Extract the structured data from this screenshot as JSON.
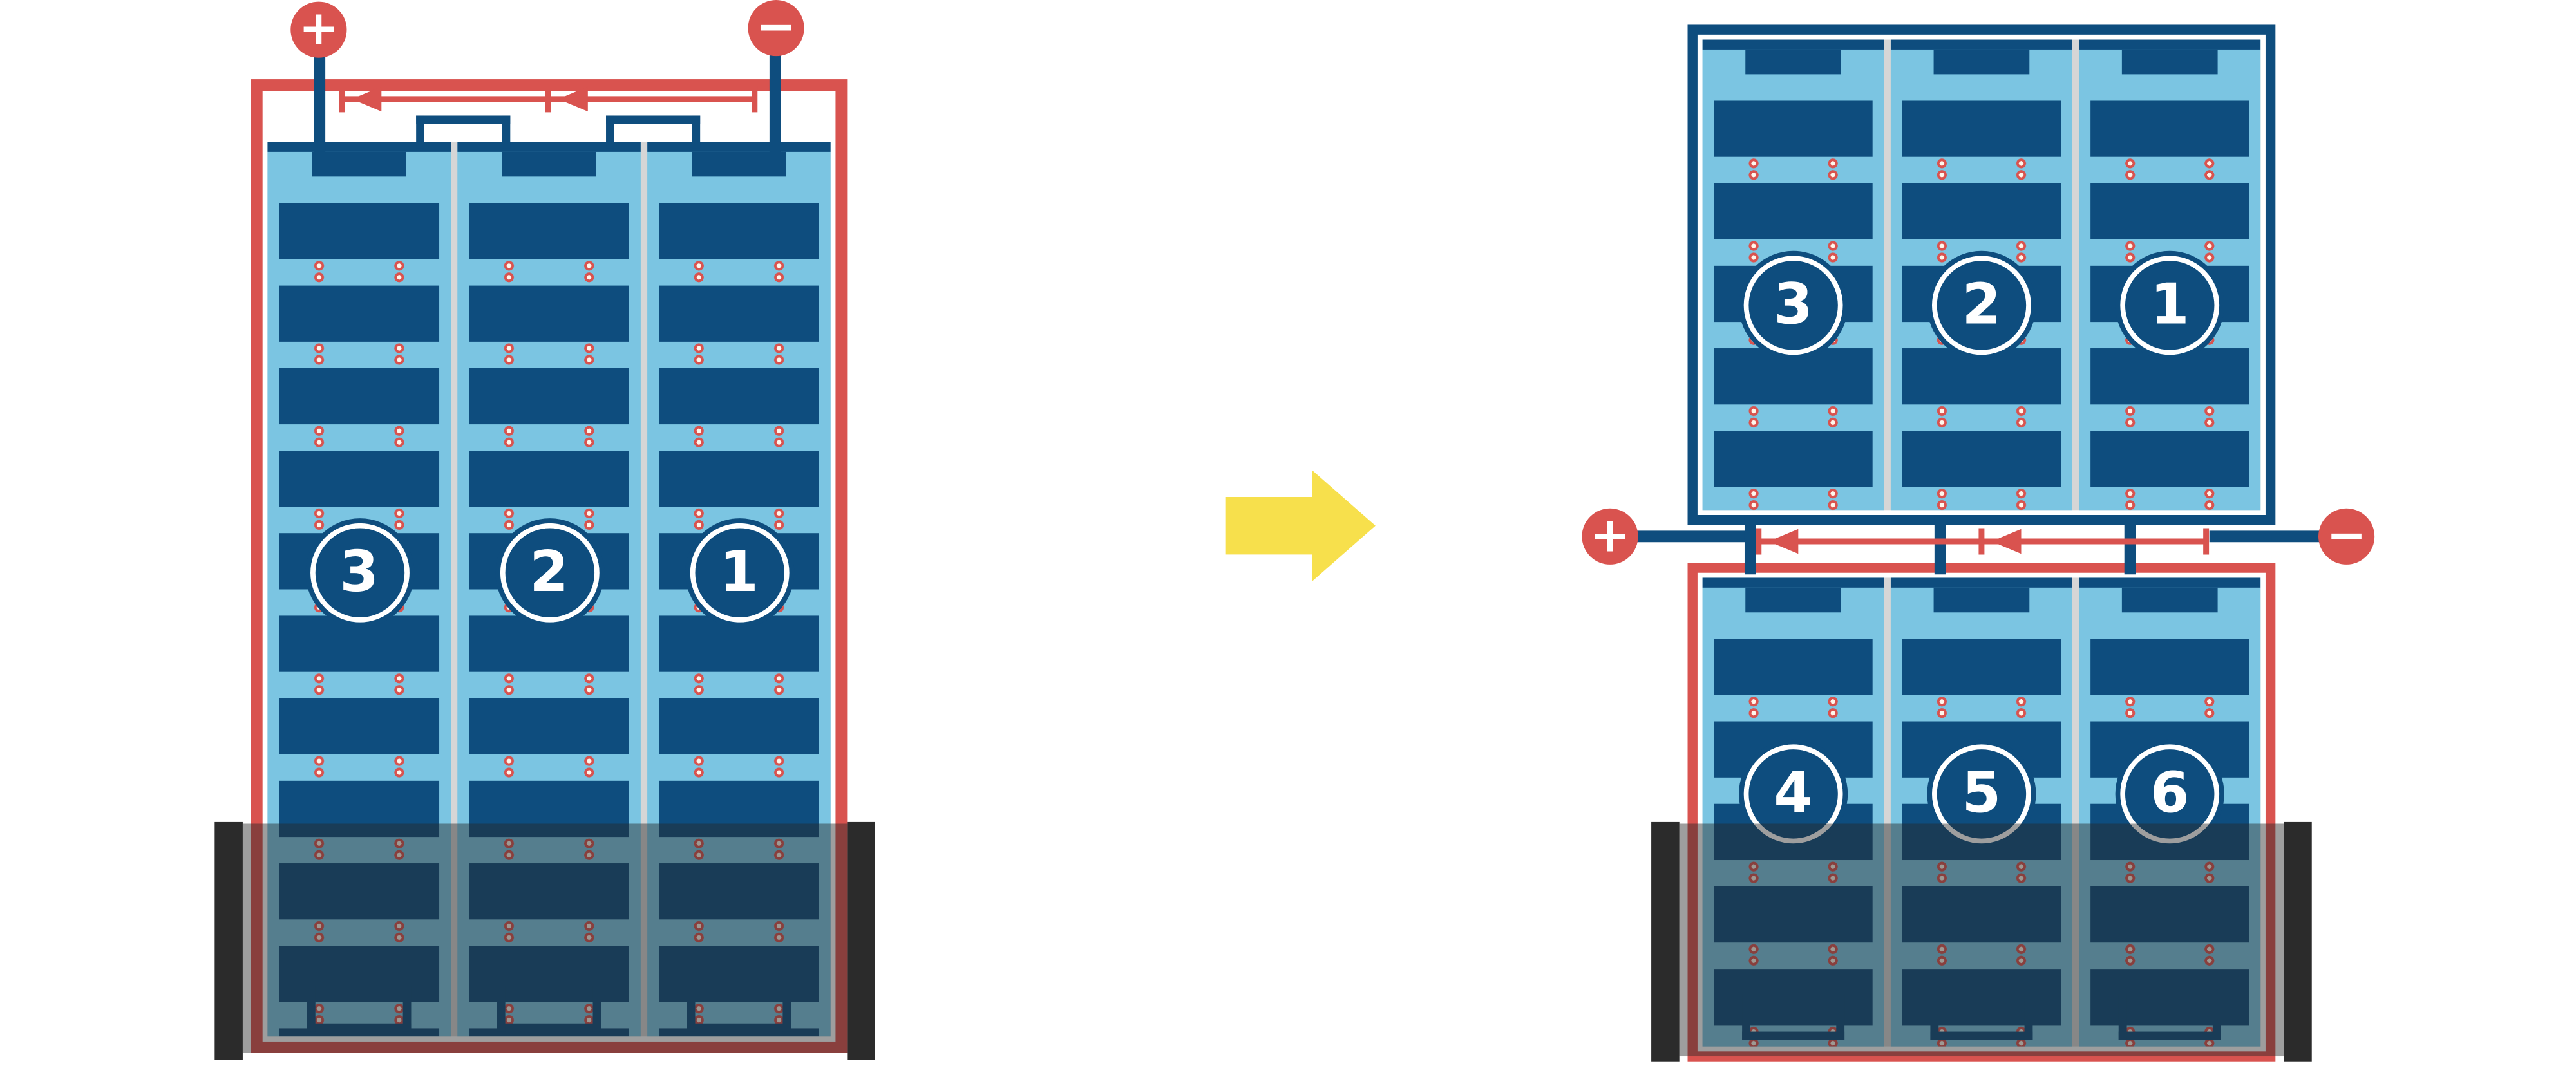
{
  "diagram": {
    "colors": {
      "background": "#ffffff",
      "light_blue": "#7bc5e2",
      "dark_blue": "#0e4d7e",
      "red": "#d9534f",
      "yellow": "#f7e04c",
      "separator": "#d6d6d6",
      "shade_bar": "#2b2b2b",
      "shade_overlay": "rgba(40,40,40,0.45)",
      "dot_core": "#fff6ec"
    },
    "left_module": {
      "positive_label": "+",
      "negative_label": "−",
      "strings": [
        "3",
        "2",
        "1"
      ]
    },
    "right_module": {
      "positive_label": "+",
      "negative_label": "−",
      "top_strings": [
        "3",
        "2",
        "1"
      ],
      "bottom_strings": [
        "4",
        "5",
        "6"
      ]
    }
  }
}
